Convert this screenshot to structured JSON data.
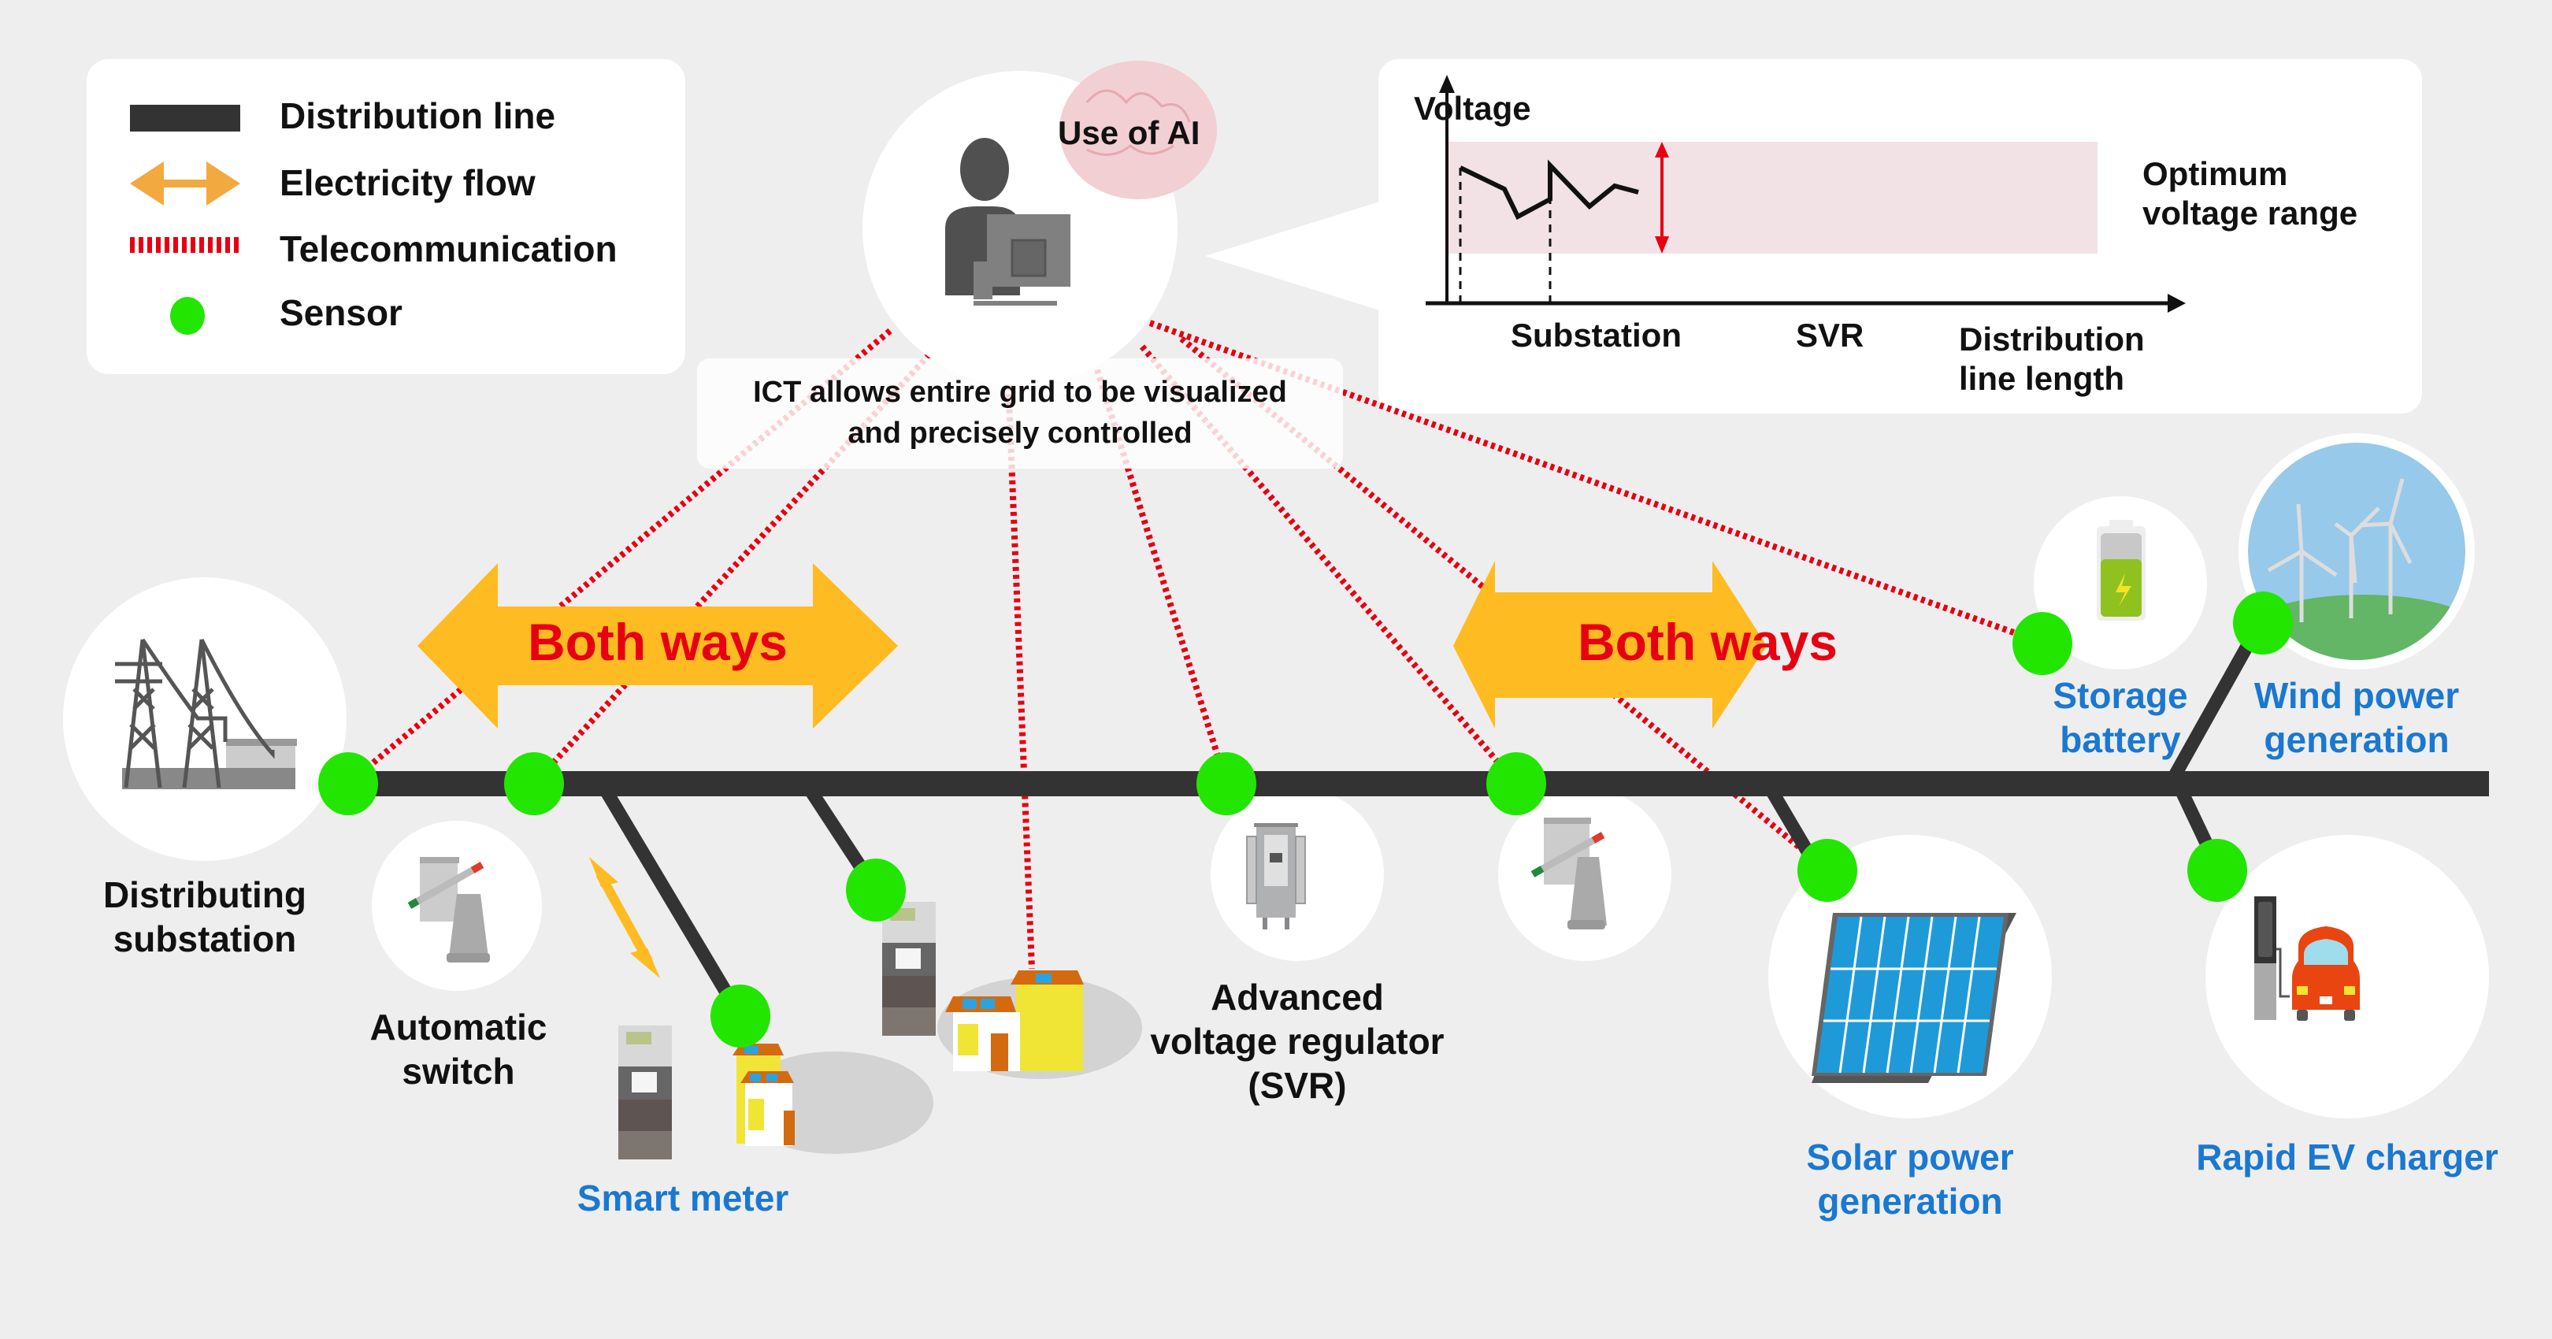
{
  "legend": {
    "items": [
      {
        "icon": "distribution-line-swatch",
        "label": "Distribution line"
      },
      {
        "icon": "double-arrow-swatch",
        "label": "Electricity flow"
      },
      {
        "icon": "dashed-red-swatch",
        "label": "Telecommunication"
      },
      {
        "icon": "green-dot-swatch",
        "label": "Sensor"
      }
    ]
  },
  "ai": {
    "label": "Use of AI"
  },
  "caption": {
    "line1": "ICT allows entire grid to be visualized",
    "line2": "and precisely controlled"
  },
  "flow": {
    "left_label": "Both ways",
    "right_label": "Both ways"
  },
  "voltage_chart": {
    "ylabel": "Voltage",
    "band_label_line1": "Optimum",
    "band_label_line2": "voltage range",
    "x_ticks": [
      "Substation",
      "SVR"
    ],
    "xlabel_line1": "Distribution",
    "xlabel_line2": "line length"
  },
  "nodes": {
    "substation": {
      "line1": "Distributing",
      "line2": "substation"
    },
    "auto_switch": {
      "line1": "Automatic",
      "line2": "switch"
    },
    "smart_meter": {
      "line1": "Smart meter"
    },
    "svr": {
      "line1": "Advanced",
      "line2": "voltage regulator",
      "line3": "(SVR)"
    },
    "storage": {
      "line1": "Storage",
      "line2": "battery"
    },
    "wind": {
      "line1": "Wind power",
      "line2": "generation"
    },
    "solar": {
      "line1": "Solar power",
      "line2": "generation"
    },
    "ev": {
      "line1": "Rapid EV charger"
    }
  },
  "colors": {
    "background": "#eeeeee",
    "line": "#333333",
    "sensor": "#22e600",
    "telecom": "#e60012",
    "flow_arrow": "#ffbb22",
    "flow_text": "#e60012",
    "blue_label": "#1a78d0",
    "band": "#f2e1e5"
  }
}
